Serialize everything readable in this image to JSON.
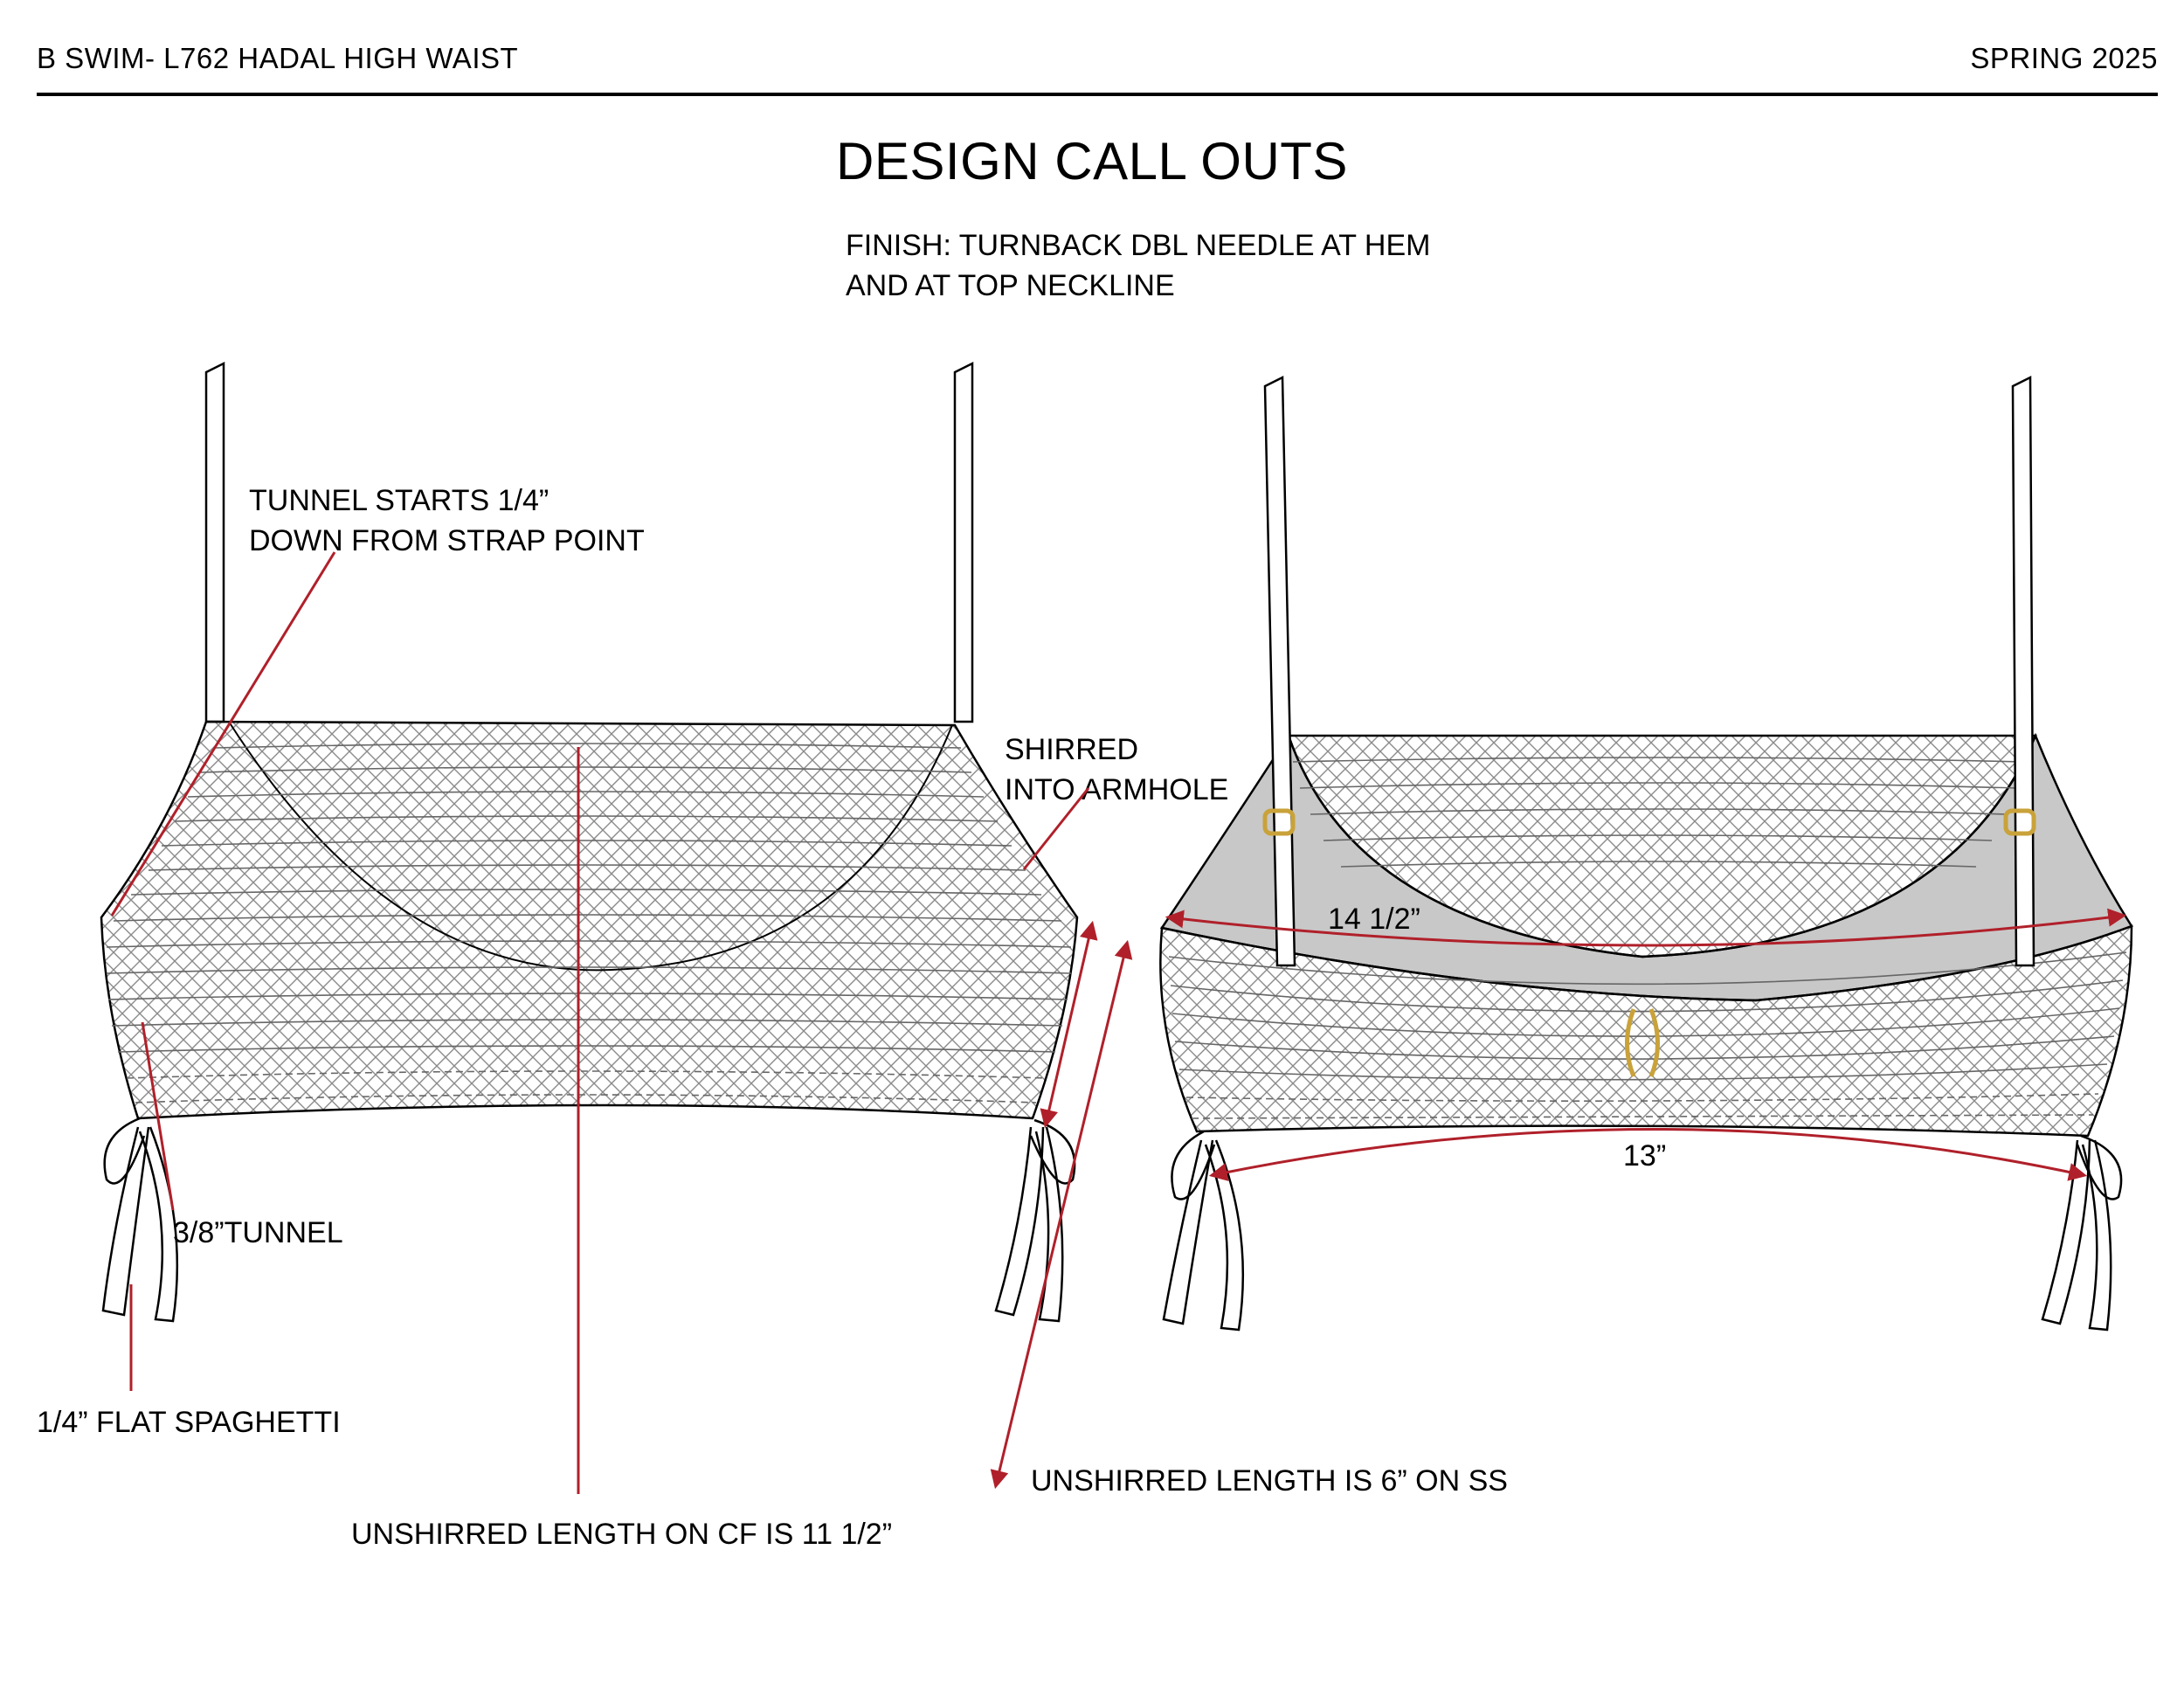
{
  "header": {
    "style": "B SWIM- L762 HADAL HIGH WAIST",
    "season": "SPRING 2025"
  },
  "title": "DESIGN CALL OUTS",
  "finish_note": {
    "line1": "FINISH: TURNBACK DBL NEEDLE AT HEM",
    "line2": "AND AT TOP NECKLINE"
  },
  "callouts": {
    "tunnel_start": {
      "line1": "TUNNEL STARTS 1/4”",
      "line2": "DOWN FROM STRAP POINT"
    },
    "shirred": {
      "line1": "SHIRRED",
      "line2": "INTO ARMHOLE"
    },
    "tunnel_width": "3/8”TUNNEL",
    "spaghetti": "1/4” FLAT SPAGHETTI",
    "cf_length": "UNSHIRRED LENGTH ON CF IS 11 1/2”",
    "ss_length": "UNSHIRRED LENGTH IS 6” ON SS"
  },
  "measurements": {
    "back_top_width": "14 1/2”",
    "back_bottom_width": "13”"
  },
  "colors": {
    "callout_red": "#b0202a",
    "mesh_gray": "#8a8a8a",
    "lining_gray": "#c8c8c8",
    "hardware_gold": "#c9a23a"
  }
}
